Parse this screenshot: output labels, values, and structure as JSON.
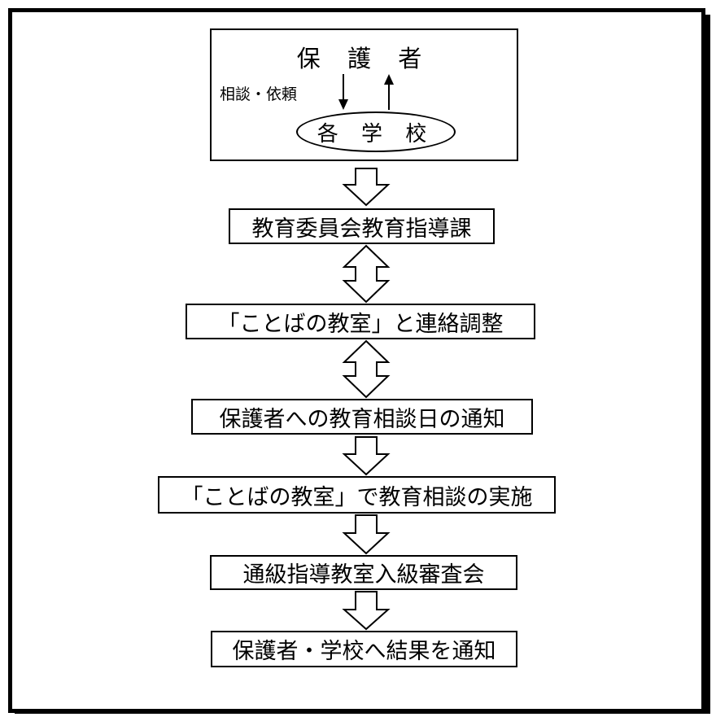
{
  "top_box": {
    "guardian": "保 護 者",
    "consultation": "相談・依頼",
    "schools": "各 学 校"
  },
  "steps": [
    "教育委員会教育指導課",
    "「ことばの教室」と連絡調整",
    "保護者への教育相談日の通知",
    "「ことばの教室」で教育相談の実施",
    "通級指導教室入級審査会",
    "保護者・学校へ結果を通知"
  ]
}
